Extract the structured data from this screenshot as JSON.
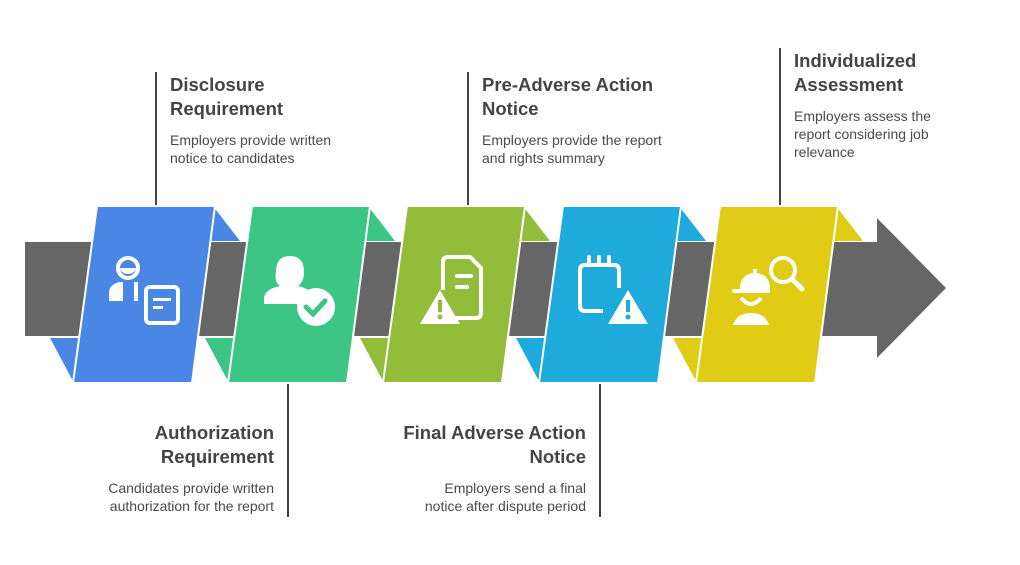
{
  "steps": [
    {
      "title": "Disclosure Requirement",
      "desc": "Employers provide written notice to candidates",
      "color": "#4A86E4",
      "icon": "person-document-icon"
    },
    {
      "title": "Authorization Requirement",
      "desc": "Candidates provide written authorization for the report",
      "color": "#3DC585",
      "icon": "person-check-icon"
    },
    {
      "title": "Pre-Adverse Action Notice",
      "desc": "Employers provide the report and rights summary",
      "color": "#93BC3A",
      "icon": "document-warning-icon"
    },
    {
      "title": "Final Adverse Action Notice",
      "desc": "Employers send a final notice after dispute period",
      "color": "#1EAADB",
      "icon": "calendar-warning-icon"
    },
    {
      "title": "Individualized Assessment",
      "desc": "Employers assess the report considering job relevance",
      "color": "#E0CB15",
      "icon": "worker-search-icon"
    }
  ],
  "arrow_color": "#666666"
}
